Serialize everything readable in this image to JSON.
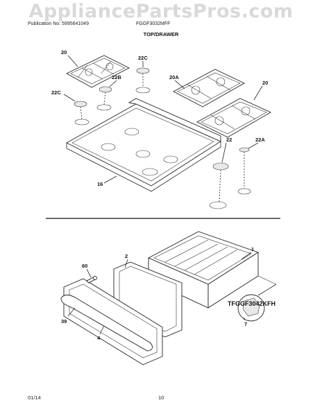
{
  "watermark": "AppliancePartsPros.com",
  "header": {
    "publication": "Publication No: 5995641049",
    "model": "FGGF3032MFF"
  },
  "section_title": "TOP/DRAWER",
  "callouts": {
    "grate_left": "20",
    "cap_22c_top": "22C",
    "cap_22b": "22B",
    "cap_22c_left": "22C",
    "grate_20a": "20A",
    "grate_right": "20",
    "cap_22": "22",
    "cap_22a": "22A",
    "cooktop": "16",
    "drawer_body": "1",
    "drawer_liner": "2",
    "screw": "60",
    "handle": "39",
    "front_panel": "4",
    "bracket": "7"
  },
  "model_code": "TFGGF3042KFH",
  "footer": {
    "date": "01/14",
    "page": "10"
  }
}
